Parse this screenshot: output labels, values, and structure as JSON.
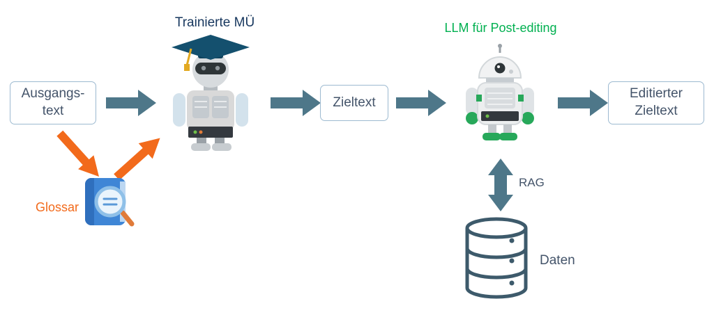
{
  "nodes": {
    "source": {
      "label": "Ausgangs-\ntext"
    },
    "trained_mt": {
      "label": "Trainierte MÜ"
    },
    "target": {
      "label": "Zieltext"
    },
    "llm_postedit": {
      "label": "LLM für Post-editing"
    },
    "edited_target": {
      "label": "Editierter\nZieltext"
    },
    "glossary": {
      "label": "Glossar"
    },
    "rag": {
      "label": "RAG"
    },
    "data_store": {
      "label": "Daten"
    }
  },
  "icons": [
    "trained-mt-robot-icon",
    "llm-robot-icon",
    "glossary-book-icon",
    "database-icon",
    "right-arrow-icon",
    "orange-arrow-icon",
    "rag-double-arrow-icon"
  ],
  "colors": {
    "arrow": "#4e7789",
    "orange": "#f26a1b",
    "green": "#00b050",
    "box-border": "#9cb9d0",
    "box-text": "#44546a",
    "title-text": "#17375e",
    "db-stroke": "#3d5a6b"
  }
}
